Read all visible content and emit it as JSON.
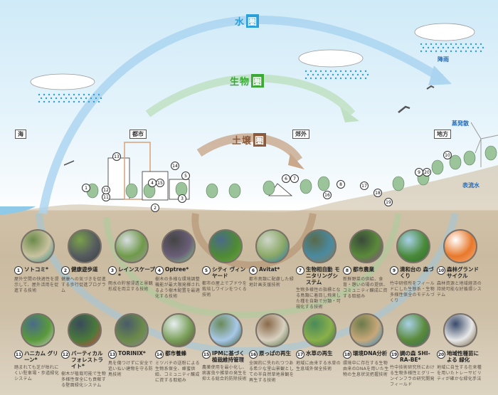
{
  "cycles": {
    "water": {
      "label_a": "水",
      "label_b": "圏",
      "color": "#2a9fd8"
    },
    "biology": {
      "label_a": "生物",
      "label_b": "圏",
      "color": "#3aa935"
    },
    "soil": {
      "label_a": "土壌",
      "label_b": "圏",
      "color": "#8a5a3a"
    }
  },
  "zones": [
    "海",
    "都市",
    "郊外",
    "地方"
  ],
  "notes": {
    "rain": "降雨",
    "evapotranspiration": "蒸発散",
    "surface_water": "表流水"
  },
  "markers": [
    "1",
    "2",
    "3",
    "4",
    "5",
    "6",
    "7",
    "8",
    "9",
    "10",
    "11",
    "12",
    "13",
    "14",
    "15",
    "16",
    "17",
    "18",
    "19",
    "20"
  ],
  "technologies": [
    {
      "num": "1",
      "title": "ソトコミ*",
      "desc": "屋外空間の快適性を提示して、屋外活用を促進する技術",
      "photo": [
        "#6b8a4a",
        "#c9c2a0",
        "#2f8a8a"
      ]
    },
    {
      "num": "2",
      "title": "健康遊歩道",
      "desc": "健康への気づきを促進する歩行促進プログラム",
      "photo": [
        "#7aa04a",
        "#555b5f",
        "#3a3e42"
      ]
    },
    {
      "num": "3",
      "title": "レインスケープ*",
      "desc": "雨水の貯留浸透と景観形成を両立する技術",
      "photo": [
        "#d8dde0",
        "#6f9a4a",
        "#9a9a96"
      ]
    },
    {
      "num": "4",
      "title": "Optree*",
      "desc": "樹木の多様な環境調整機能が最大限発揮されるよう樹木配置を最適化する技術",
      "photo": [
        "#444",
        "#6a5e78",
        "#8ac88a"
      ]
    },
    {
      "num": "5",
      "title": "シティ ヴィンヤード",
      "desc": "都市の屋上でブドウを栽培しワインをつくる技術",
      "photo": [
        "#4a6a8a",
        "#4f8a34",
        "#6aa444"
      ]
    },
    {
      "num": "6",
      "title": "Avitat*",
      "desc": "都市鳥類に配慮した緑地計画支援技術",
      "photo": [
        "#cfd6c8",
        "#8aa866",
        "#2a7ab8"
      ]
    },
    {
      "num": "7",
      "title": "生物相自動 モニタリングシステム",
      "desc": "生物多様性の指標となる鳥類に着目し飛来した種を自動で分類・可視化する技術",
      "photo": [
        "#5a6a4a",
        "#4a8aa0",
        "#8a7a5a"
      ]
    },
    {
      "num": "8",
      "title": "都市農業",
      "desc": "新鮮野菜の供給、食育・憩いの場の提供、コミュニティ醸成に資する取組み",
      "photo": [
        "#3a4a3a",
        "#5a8a3a",
        "#8a4a8a"
      ]
    },
    {
      "num": "9",
      "title": "清和台の 森づくり",
      "desc": "竹中研修所をフィールドにした生態系・生物多様性保全のモデルづくり",
      "photo": [
        "#a8d0e8",
        "#4a8a3a",
        "#2f6a2a"
      ]
    },
    {
      "num": "10",
      "title": "森林グランド サイクル",
      "desc": "森林資源と地域経済の持続可能な好循環システム",
      "photo": [
        "#ffffff",
        "#e8782a",
        "#f4b080"
      ]
    },
    {
      "num": "11",
      "title": "ハニカム グリーン*",
      "desc": "踏まれても芝が枯れにくい駐車場・歩道緑化システム",
      "photo": [
        "#4a6a8a",
        "#5a9a3a",
        "#c8c8c8"
      ]
    },
    {
      "num": "12",
      "title": "バーティカル フォレストライト*",
      "desc": "樹木が植栽可能で生物多様性保全にも貢献する壁面緑化システム",
      "photo": [
        "#3a4a5a",
        "#4a7a3a",
        "#d84a4a"
      ]
    },
    {
      "num": "13",
      "title": "TORINIX*",
      "desc": "鳥を傷つけずに安全で追い払い建物を守る防鳥技術",
      "photo": [
        "#4a5a6a",
        "#6a8a4a",
        "#8a8a8a"
      ]
    },
    {
      "num": "14",
      "title": "都市養蜂",
      "desc": "ミツバチの送粉による生物系保全、蜂蜜供給、コミュニティ醸成に資する取組み",
      "photo": [
        "#e8eef0",
        "#7aa05a",
        "#5a4a3a"
      ]
    },
    {
      "num": "15",
      "title": "IPMに基づく 植栽維持管理",
      "desc": "農薬使用を最小化し、病害虫や雑草の発生を抑える総合的防除技術",
      "photo": [
        "#6a8a5a",
        "#a8c8e8",
        "#3a5a3a"
      ]
    },
    {
      "num": "16",
      "title": "原っぱの再生",
      "desc": "全国的に失われつつある希少な里山景観としての半自然草地景観を再生する技術",
      "photo": [
        "#8a6a4a",
        "#d8d0c0",
        "#4a6a3a"
      ]
    },
    {
      "num": "17",
      "title": "水草の再生",
      "desc": "地域に由来する水草の生息域外保全技術",
      "photo": [
        "#4a8a5a",
        "#8ab04a",
        "#3a6a4a"
      ]
    },
    {
      "num": "18",
      "title": "環境DNA分析",
      "desc": "環境中に存在する生物由来のDNAを用いた生物の生息状況把握技術",
      "photo": [
        "#6a7a4a",
        "#c8a87a",
        "#2a8ac8"
      ]
    },
    {
      "num": "19",
      "title": "調の森 SHI-RA-BE*",
      "desc": "竹中技術研究所における生物多様性とグリーンインフラの研究開発フィールド",
      "photo": [
        "#a8d0e8",
        "#5a8a3a",
        "#3a6a5a"
      ]
    },
    {
      "num": "20",
      "title": "地域性種苗による 緑化",
      "desc": "地域に自生する在来種を用いたトレーサビリティが確かな緑化手法",
      "photo": [
        "#3a4a6a",
        "#e8e8e8",
        "#6a5a3a"
      ]
    }
  ]
}
